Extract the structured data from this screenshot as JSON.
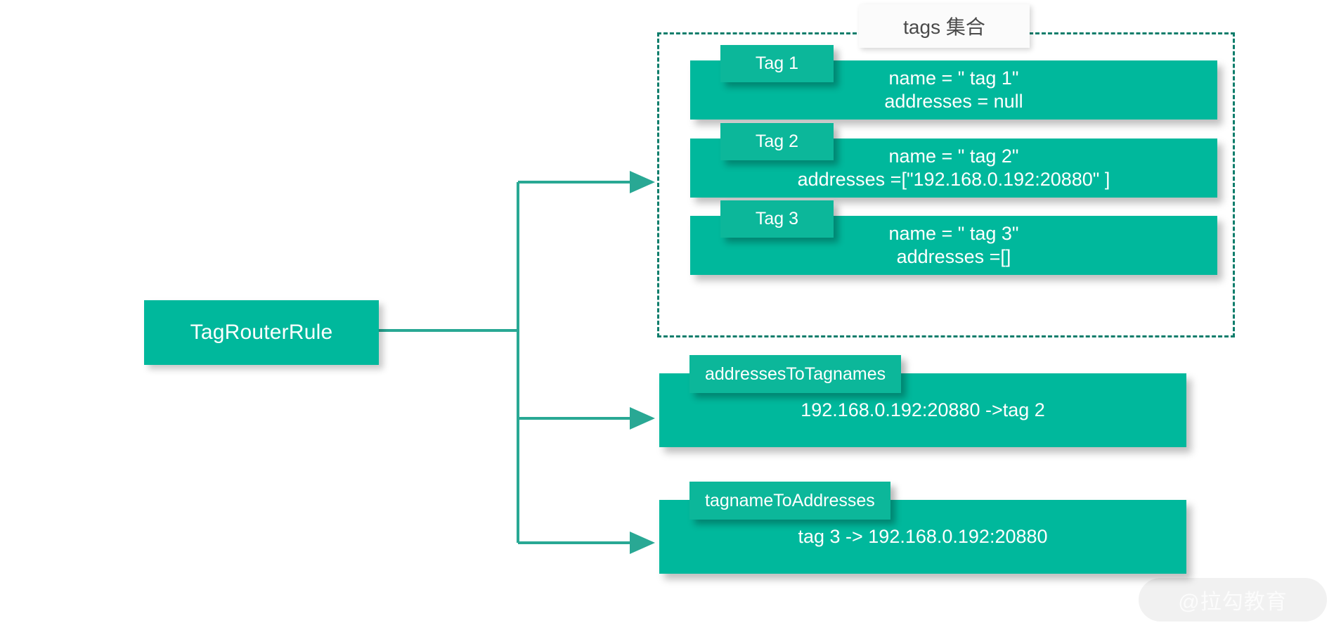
{
  "diagram": {
    "root_node": {
      "label": "TagRouterRule"
    },
    "tags_group": {
      "title": "tags 集合",
      "tags": [
        {
          "badge": "Tag 1",
          "name_line": "name = \" tag 1\"",
          "addresses_line": "addresses = null"
        },
        {
          "badge": "Tag 2",
          "name_line": "name = \" tag 2\"",
          "addresses_line": "addresses =[\"192.168.0.192:20880\" ]"
        },
        {
          "badge": "Tag 3",
          "name_line": "name = \" tag 3\"",
          "addresses_line": "addresses =[]"
        }
      ]
    },
    "maps": [
      {
        "badge": "addressesToTagnames",
        "entry": "192.168.0.192:20880 ->tag 2"
      },
      {
        "badge": "tagnameToAddresses",
        "entry": "tag 3 -> 192.168.0.192:20880"
      }
    ],
    "watermark": "@拉勾教育",
    "colors": {
      "block_fill": "#00b89c",
      "badge_fill": "#0cb79a",
      "connector": "#29a894",
      "group_border": "#0d7d6b",
      "group_title_bg": "#fbfbfb",
      "group_title_text": "#4a4a4a",
      "block_text": "#ffffff",
      "canvas": "#ffffff"
    }
  }
}
